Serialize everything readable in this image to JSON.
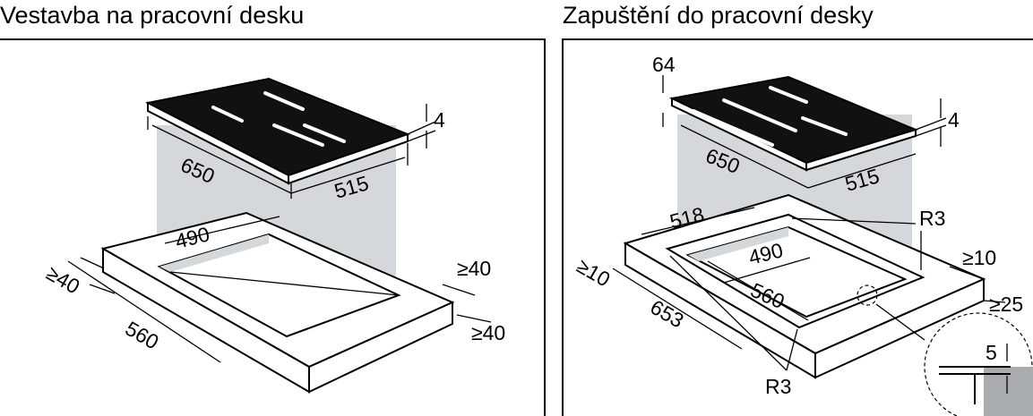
{
  "headings": {
    "left": "Vestavba na pracovní desku",
    "right": "Zapuštění do pracovní desky"
  },
  "left_panel": {
    "hob_length": "650",
    "hob_width": "515",
    "hob_thickness": "4",
    "cutout_width": "490",
    "cutout_length": "560",
    "min_front_distance": "≥40",
    "min_side_distance_top": "≥40",
    "min_side_distance_bottom": "≥40"
  },
  "right_panel": {
    "rebate_depth": "64",
    "hob_length": "650",
    "hob_width": "515",
    "hob_thickness": "4",
    "rebate_width": "518",
    "rebate_length": "653",
    "cutout_width": "490",
    "cutout_length": "560",
    "radius_top": "R3",
    "radius_bottom": "R3",
    "min_front_distance": "≥10",
    "min_back_distance": "≥10",
    "min_side_distance": "≥25",
    "detail_depth": "5"
  }
}
